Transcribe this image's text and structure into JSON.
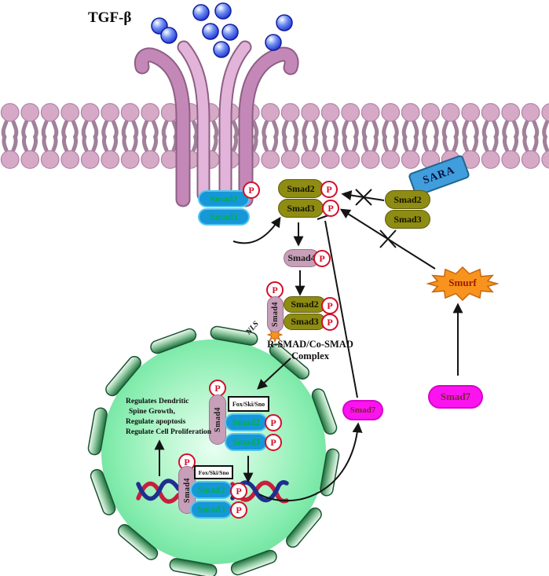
{
  "labels": {
    "ligand": "TGF-β",
    "phospho": "P",
    "sara": "SARA",
    "smurf": "Smurf",
    "nls": "NLS",
    "complex_caption_line1": "R-SMAD/Co-SMAD",
    "complex_caption_line2": "Complex",
    "tf_box": "Fox/Ski/Sno"
  },
  "molecules": {
    "smad2": "Smad2",
    "smad3": "Smad3",
    "smad4": "Smad4",
    "smad7": "Smad7"
  },
  "nucleus": {
    "effects": [
      "Regulates Dendritic",
      "Spine Growth,",
      "Regulate apoptosis",
      "Regulate Cell Proliferation"
    ]
  },
  "colors": {
    "smad_blue": "#1697d8",
    "smad_text_green": "#00b04f",
    "smad_olive": "#8e8c12",
    "smad4_mauve": "#c79fb8",
    "smad7_magenta": "#fb14ef",
    "sara_blue": "#3f9edb",
    "smurf_orange": "#f8941e",
    "phospho_red": "#d40f2a",
    "membrane_pink": "#d6a9c6",
    "ligand_blue": "#1527cc",
    "nucleus_green": "#6fe19e",
    "dna_red": "#c81f3c",
    "dna_blue": "#1f2f8f"
  }
}
